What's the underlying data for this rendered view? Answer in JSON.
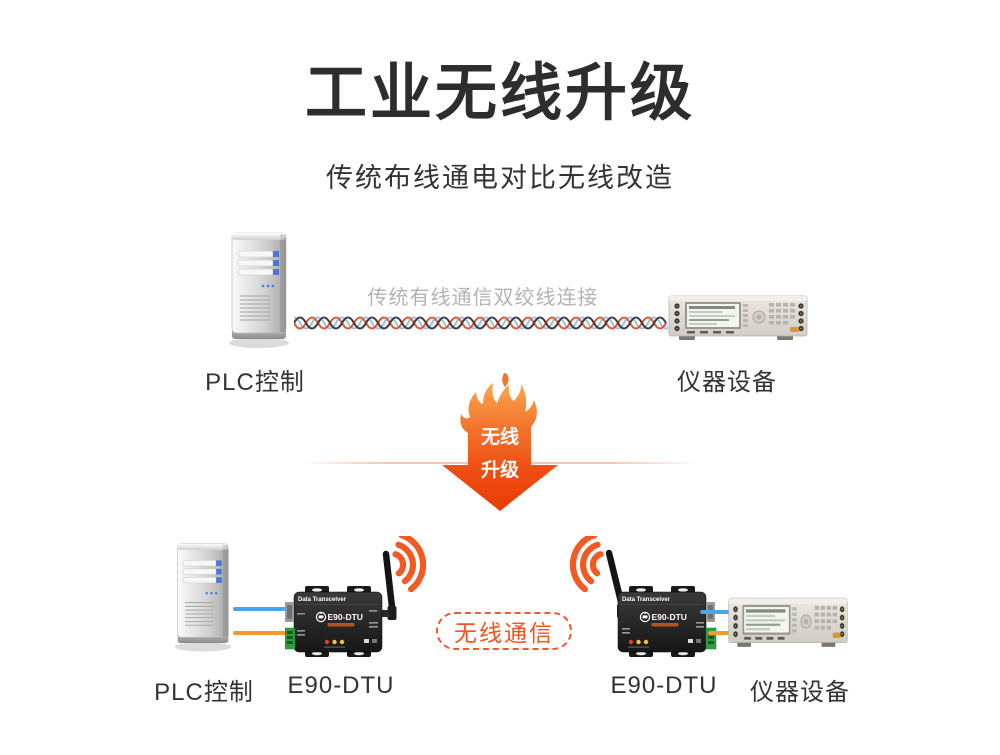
{
  "header": {
    "title": "工业无线升级",
    "subtitle": "传统布线通电对比无线改造"
  },
  "wired_section": {
    "plc_label": "PLC控制",
    "cable_label": "传统有线通信双绞线连接",
    "instrument_label": "仪器设备"
  },
  "upgrade_arrow": {
    "line1": "无线",
    "line2": "升级"
  },
  "wireless_section": {
    "plc_label": "PLC控制",
    "dtu_left_label": "E90-DTU",
    "badge": "无线通信",
    "dtu_right_label": "E90-DTU",
    "instrument_label": "仪器设备"
  },
  "dtu_device": {
    "panel_title": "Data Transceiver",
    "model": "E90-DTU"
  },
  "colors": {
    "accent_orange": "#F4531D",
    "flame_top": "#F9A851",
    "flame_bottom": "#E93D06",
    "wire_blue": "#4AA6E8",
    "wire_orange": "#F49B2D",
    "cable_dark": "#3F3F3F",
    "cable_red": "#E25638",
    "cable_blue": "#9CC4EA",
    "label_gray": "#B3B3B3",
    "text_dark": "#333333"
  }
}
